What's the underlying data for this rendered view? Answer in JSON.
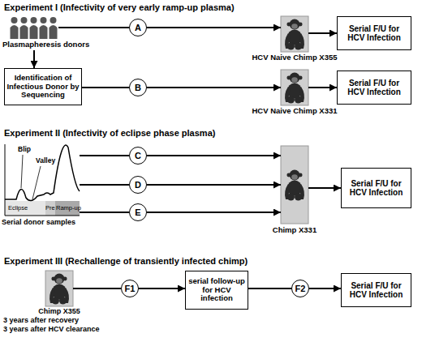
{
  "diagram": {
    "nodes": [
      {
        "text": [
          "Plasmapheresis donors"
        ]
      },
      {
        "text": [
          "A"
        ]
      },
      {
        "text": [
          "HCV Naive Chimp X355"
        ]
      },
      {
        "text": [
          "Serial F/U for HCV Infection"
        ]
      },
      {
        "text": [
          "Identification of Infectious Donor by Sequencing"
        ]
      },
      {
        "text": [
          "B"
        ]
      },
      {
        "text": [
          "HCV Naive Chimp X331"
        ]
      },
      {
        "text": [
          "Serial F/U for HCV Infection"
        ]
      },
      {
        "text": [
          "Blip",
          "Valley",
          "Eclipse",
          "Pre",
          "Ramp-up",
          "Serial donor samples"
        ]
      },
      {
        "text": [
          "C"
        ]
      },
      {
        "text": [
          "D"
        ]
      },
      {
        "text": [
          "E"
        ]
      },
      {
        "text": [
          "Chimp X331"
        ]
      },
      {
        "text": [
          "Serial F/U for HCV Infection"
        ]
      },
      {
        "text": [
          "Chimp X355",
          "3 years after recovery",
          "3 years after HCV clearance"
        ]
      },
      {
        "text": [
          "F1"
        ]
      },
      {
        "text": [
          "serial follow-up for HCV infection"
        ]
      },
      {
        "text": [
          "F2"
        ]
      },
      {
        "text": [
          "Serial F/U for HCV Infection"
        ]
      }
    ],
    "edges": [
      {
        "from": 0,
        "to": 1,
        "arrow": "none"
      },
      {
        "from": 1,
        "to": 2,
        "arrow": "to"
      },
      {
        "from": 2,
        "to": 3,
        "arrow": "to"
      },
      {
        "from": 0,
        "to": 4,
        "arrow": "to"
      },
      {
        "from": 4,
        "to": 5,
        "arrow": "none"
      },
      {
        "from": 5,
        "to": 6,
        "arrow": "to"
      },
      {
        "from": 6,
        "to": 7,
        "arrow": "to"
      },
      {
        "from": 8,
        "to": 9,
        "arrow": "none"
      },
      {
        "from": 9,
        "to": 12,
        "arrow": "to"
      },
      {
        "from": 8,
        "to": 10,
        "arrow": "none"
      },
      {
        "from": 10,
        "to": 12,
        "arrow": "to"
      },
      {
        "from": 8,
        "to": 11,
        "arrow": "none"
      },
      {
        "from": 11,
        "to": 12,
        "arrow": "to"
      },
      {
        "from": 12,
        "to": 13,
        "arrow": "to"
      },
      {
        "from": 14,
        "to": 15,
        "arrow": "none"
      },
      {
        "from": 15,
        "to": 16,
        "arrow": "to"
      },
      {
        "from": 16,
        "to": 17,
        "arrow": "none"
      },
      {
        "from": 17,
        "to": 18,
        "arrow": "to"
      }
    ],
    "labels": [
      "Experiment I (Infectivity of very early ramp-up plasma)",
      "Experiment II (Infectivity of eclipse phase plasma)",
      "Experiment III (Rechallenge of transiently infected chimp)"
    ]
  }
}
